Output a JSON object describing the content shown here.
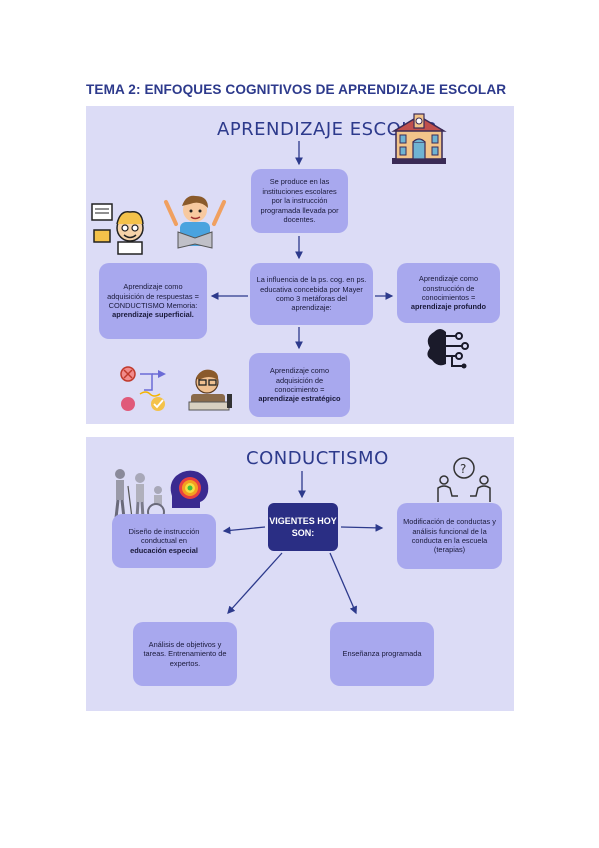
{
  "title": "TEMA 2: ENFOQUES COGNITIVOS DE APRENDIZAJE ESCOLAR",
  "section1": {
    "heading": "APRENDIZAJE ESCOLAR",
    "top_node": "Se produce en las instituciones escolares por la instrucción programada llevada por docentes.",
    "center_node": "La influencia de la ps. cog. en ps. educativa concebida por Mayer como 3 metáforas del aprendizaje:",
    "left_node": {
      "text": "Aprendizaje como adquisición de respuestas = CONDUCTISMO Memoria:",
      "bold": "aprendizaje superficial."
    },
    "right_node": {
      "text": "Aprendizaje como construcción de conocimientos =",
      "bold": "aprendizaje profundo"
    },
    "bottom_node": {
      "text": "Aprendizaje como adquisición de conocimiento =",
      "bold": "aprendizaje estratégico"
    }
  },
  "section2": {
    "heading": "CONDUCTISMO",
    "center_node": "VIGENTES HOY SON:",
    "left_node": {
      "text": "Diseño de instrucción conductual en",
      "bold": "educación especial"
    },
    "right_node": "Modificación de conductas y análisis funcional de la conducta en la escuela (terapias)",
    "bottom_left_node": "Análisis de objetivos y tareas. Entrenamiento de expertos.",
    "bottom_right_node": "Enseñanza programada"
  },
  "colors": {
    "title": "#2d3a8c",
    "panel": "#dcdcf6",
    "node": "#a8a8ee",
    "dark_node": "#2a2e84",
    "arrow": "#2d3a8c"
  },
  "icons": [
    "school-building-icon",
    "reading-kids-icon",
    "flowchart-icon",
    "studying-student-icon",
    "brain-circuit-icon",
    "people-disability-icon",
    "brain-scan-icon",
    "therapy-session-icon"
  ]
}
